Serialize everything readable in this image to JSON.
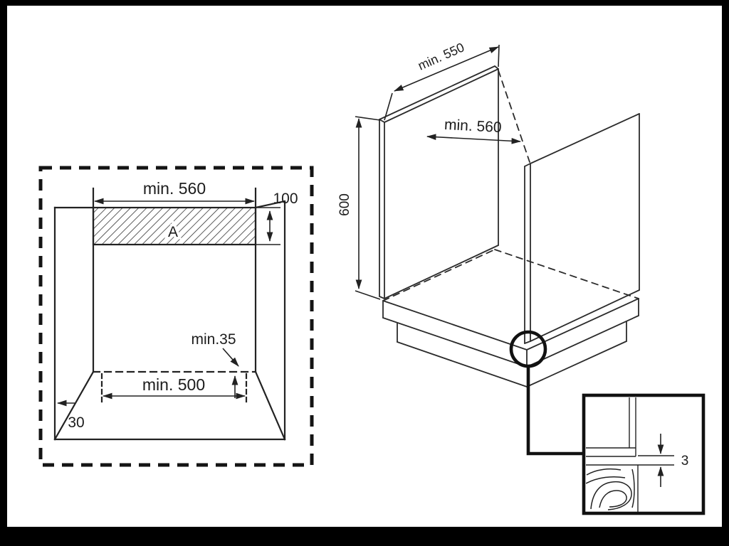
{
  "colors": {
    "frame": "#000000",
    "background": "#ffffff",
    "line": "#222222"
  },
  "front_view": {
    "dim_width_top": "min. 560",
    "dim_strip_height": "100",
    "strip_label": "A",
    "dim_step": "min.35",
    "dim_width_bottom": "min. 500",
    "dim_side_gap": "30"
  },
  "iso_view": {
    "dim_depth": "min. 550",
    "dim_width": "min. 560",
    "dim_height": "600"
  },
  "detail_view": {
    "dim_gap": "3"
  }
}
